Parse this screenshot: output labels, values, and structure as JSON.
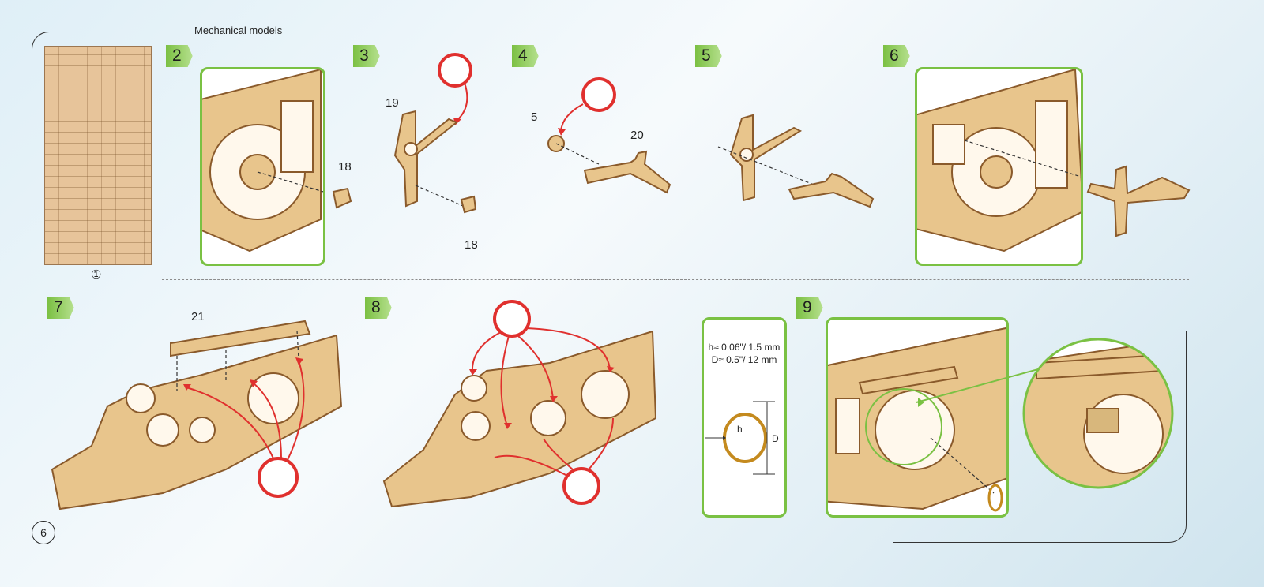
{
  "header": {
    "title": "Mechanical models"
  },
  "sheet": {
    "label": "①"
  },
  "steps": {
    "s2": {
      "label": "2",
      "part": "18"
    },
    "s3": {
      "label": "3",
      "part_a": "19",
      "part_b": "18"
    },
    "s4": {
      "label": "4",
      "part_a": "5",
      "part_b": "20"
    },
    "s5": {
      "label": "5"
    },
    "s6": {
      "label": "6"
    },
    "s7": {
      "label": "7",
      "part": "21"
    },
    "s8": {
      "label": "8"
    },
    "s9": {
      "label": "9"
    }
  },
  "rubber_band": {
    "height_spec": "h≈ 0.06\"/ 1.5 mm",
    "diameter_spec": "D≈ 0.5\"/ 12 mm",
    "h_label": "h",
    "d_label": "D"
  },
  "page": {
    "number": "6"
  },
  "colors": {
    "badge_green": "#7bc043",
    "frame_green": "#7ac143",
    "arrow_red": "#e0302e",
    "wood": "#e8c58c",
    "wood_edge": "#8a5a2b"
  }
}
